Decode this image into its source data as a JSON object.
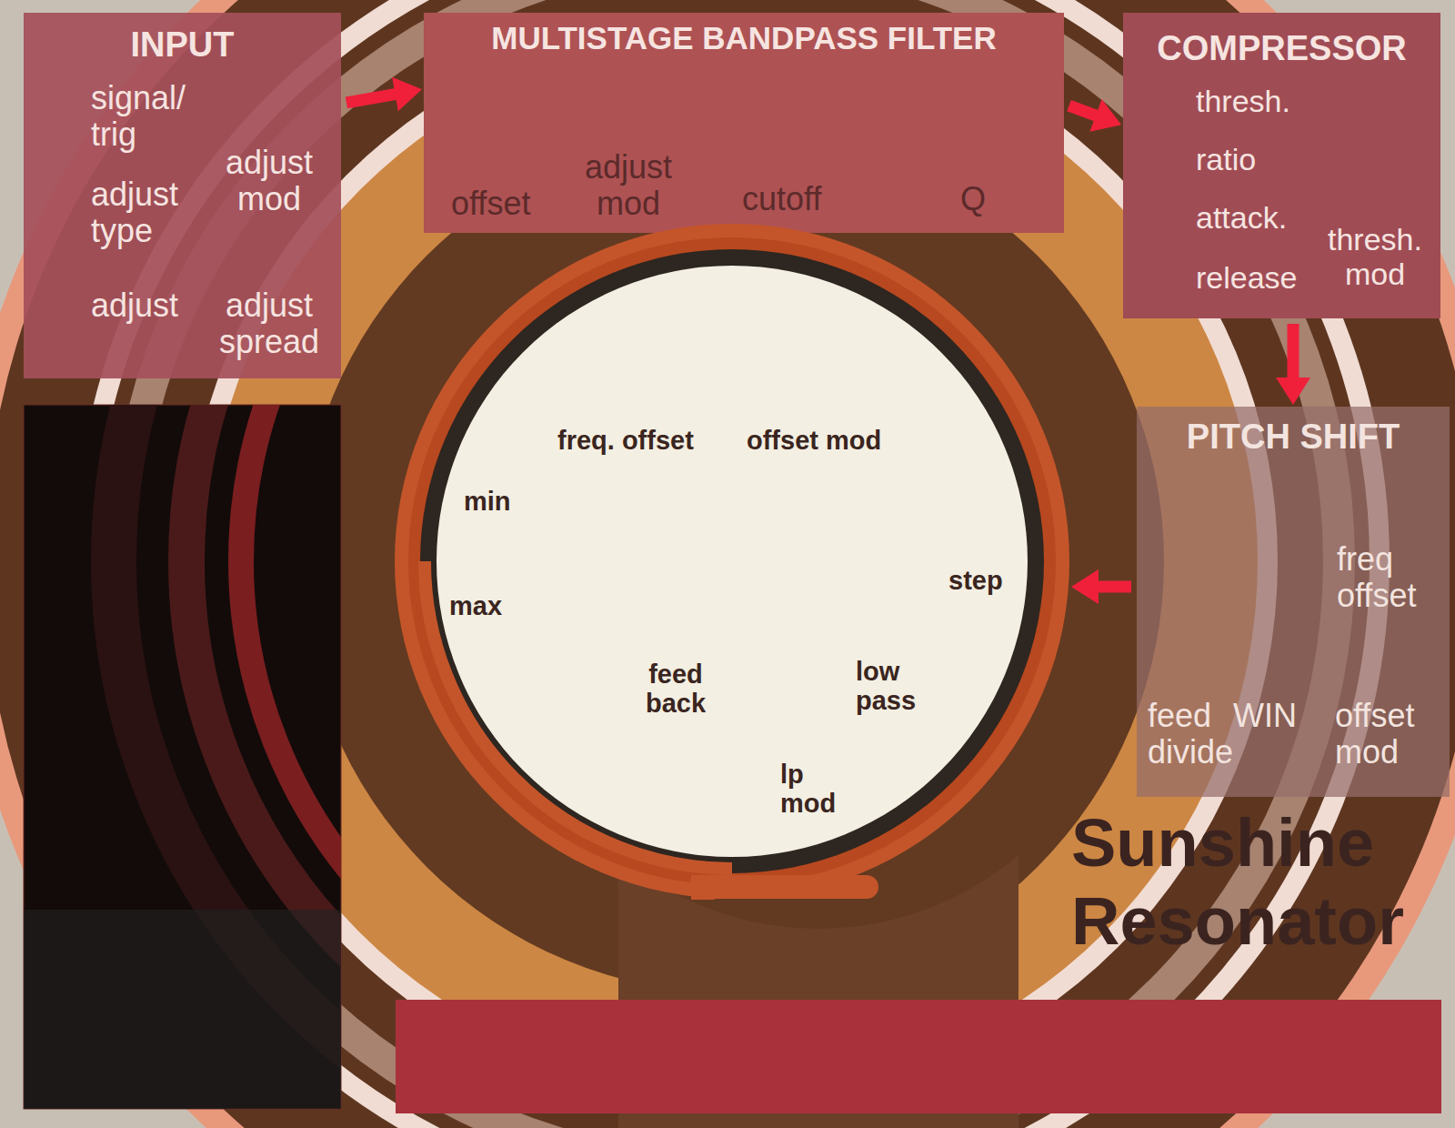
{
  "diagram": {
    "title": "Sunshine Resonator",
    "nodes": [
      {
        "text": [
          "INPUT",
          "signal/ trig",
          "adjust type",
          "adjust mod",
          "adjust",
          "adjust spread"
        ]
      },
      {
        "text": [
          "MULTISTAGE BANDPASS FILTER",
          "offset",
          "adjust mod",
          "cutoff",
          "Q"
        ]
      },
      {
        "text": [
          "COMPRESSOR",
          "thresh.",
          "ratio",
          "attack.",
          "release",
          "thresh. mod"
        ]
      },
      {
        "text": [
          "PITCH SHIFT",
          "freq offset",
          "feed divide",
          "WIN",
          "offset mod"
        ]
      },
      {
        "text": [
          "freq. offset",
          "offset mod",
          "min",
          "max",
          "step",
          "feed back",
          "low pass",
          "lp mod"
        ]
      }
    ],
    "edges": [
      {
        "from": 0,
        "to": 1,
        "arrow": "to"
      },
      {
        "from": 1,
        "to": 2,
        "arrow": "to"
      },
      {
        "from": 2,
        "to": 3,
        "arrow": "to"
      },
      {
        "from": 3,
        "to": 4,
        "arrow": "to"
      }
    ]
  }
}
